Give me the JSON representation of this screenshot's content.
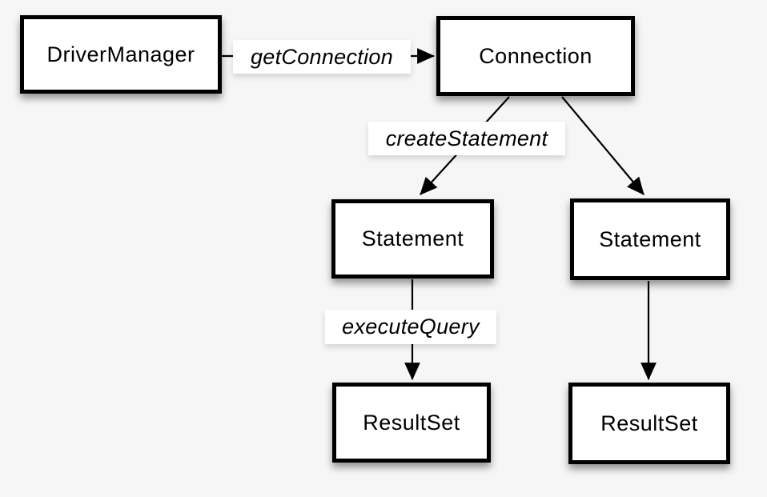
{
  "diagram": {
    "nodes": [
      {
        "id": "driver-manager",
        "label": "DriverManager"
      },
      {
        "id": "connection",
        "label": "Connection"
      },
      {
        "id": "statement-left",
        "label": "Statement"
      },
      {
        "id": "statement-right",
        "label": "Statement"
      },
      {
        "id": "resultset-left",
        "label": "ResultSet"
      },
      {
        "id": "resultset-right",
        "label": "ResultSet"
      }
    ],
    "edges": [
      {
        "from": "driver-manager",
        "to": "connection",
        "label": "getConnection"
      },
      {
        "from": "connection",
        "to": "statement-left",
        "label": "createStatement"
      },
      {
        "from": "connection",
        "to": "statement-right",
        "label": ""
      },
      {
        "from": "statement-left",
        "to": "resultset-left",
        "label": "executeQuery"
      },
      {
        "from": "statement-right",
        "to": "resultset-right",
        "label": ""
      }
    ],
    "colors": {
      "background": "#f6f6f7",
      "node_fill": "#ffffff",
      "node_border": "#000000",
      "edge_line": "#000000",
      "label_background": "#ffffff"
    }
  }
}
